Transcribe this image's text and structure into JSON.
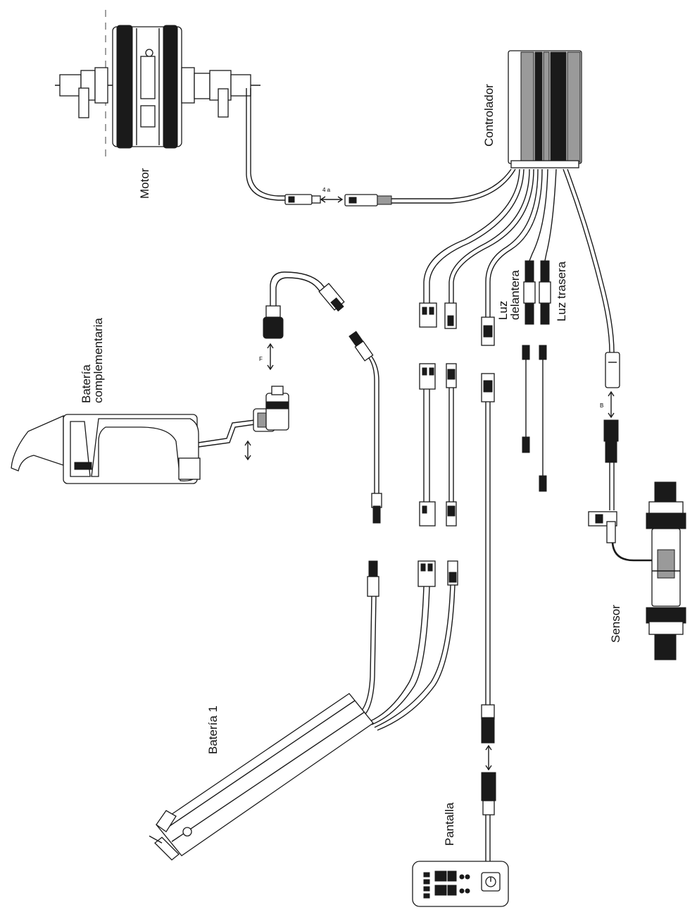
{
  "labels": {
    "motor": "Motor",
    "controller": "Controlador",
    "extra_battery_line1": "Batería",
    "extra_battery_line2": "complementaria",
    "front_light_line1": "Luz",
    "front_light_line2": "delantera",
    "rear_light": "Luz trasera",
    "sensor": "Sensor",
    "battery1": "Batería 1",
    "display": "Pantalla"
  },
  "icons": {
    "motor_hub": "hub-motor-icon",
    "controller_box": "controller-box-icon",
    "extra_battery": "battery-pack-icon",
    "battery1": "frame-battery-icon",
    "sensor": "bottom-bracket-sensor-icon",
    "display": "display-unit-icon",
    "connector": "connector-icon",
    "arrow": "connection-arrow-icon",
    "power": "power-button-icon"
  },
  "colors": {
    "line": "#1a1a1a",
    "background": "#ffffff"
  }
}
